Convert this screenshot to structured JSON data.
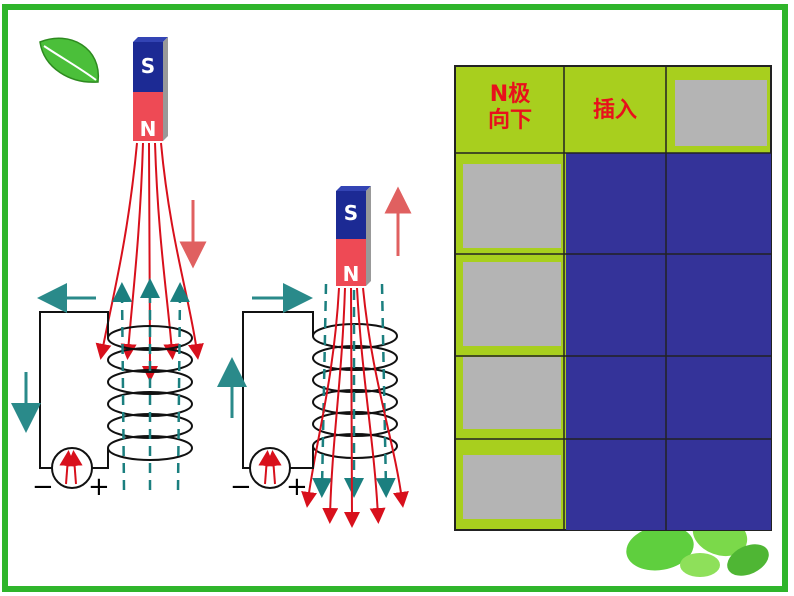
{
  "magnet_left": {
    "top_pole": "S",
    "bottom_pole": "N"
  },
  "magnet_right": {
    "top_pole": "S",
    "bottom_pole": "N"
  },
  "meter_left": {
    "minus": "−",
    "plus": "+"
  },
  "meter_right": {
    "minus": "−",
    "plus": "+"
  },
  "table": {
    "header_row": [
      "N极\n向下",
      "插入",
      ""
    ],
    "row_count": 4,
    "col_count": 3
  },
  "colors": {
    "frame_green": "#2fb52b",
    "table_green": "#a8cf1e",
    "cell_blue": "#343399",
    "cell_gray": "#b4b4b4",
    "field_line_red": "#d8101c",
    "current_arrow_teal": "#1b7f7f",
    "magnet_blue": "#1c2a94",
    "magnet_red": "#ee4a55"
  }
}
